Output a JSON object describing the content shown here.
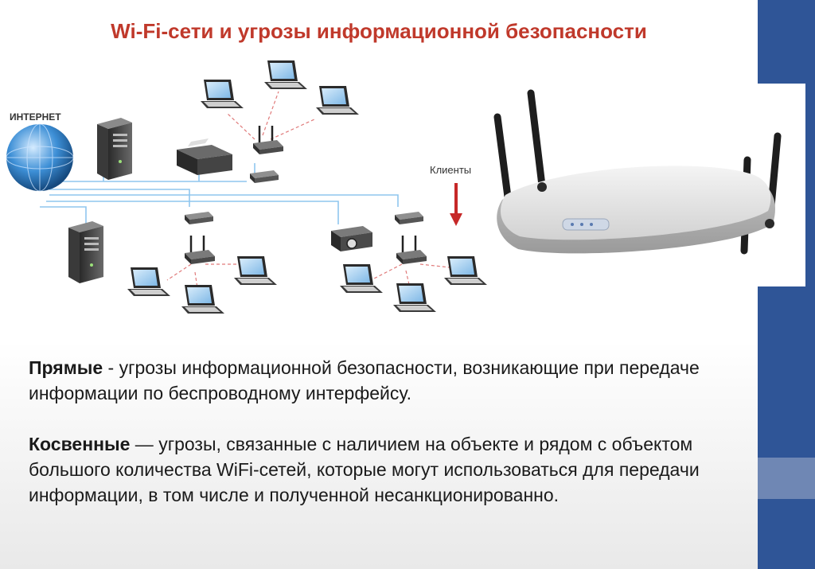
{
  "slide": {
    "title": "Wi-Fi-сети и угрозы информационной безопасности",
    "accent_color": "#c0392b",
    "sidebar_color": "#2f5597"
  },
  "diagram": {
    "internet_label": "ИНТЕРНЕТ",
    "clients_label": "Клиенты"
  },
  "text": {
    "direct_term": "Прямые",
    "direct_body": " - угрозы информационной безопасности, возникающие при передаче информации по беспроводному интерфейсу.",
    "indirect_term": "Косвенные",
    "indirect_body": " — угрозы, связанные с наличием на объекте и рядом с объектом большого количества WiFi-сетей, которые могут использоваться для передачи информации, в том числе и полученной несанкционированно."
  }
}
